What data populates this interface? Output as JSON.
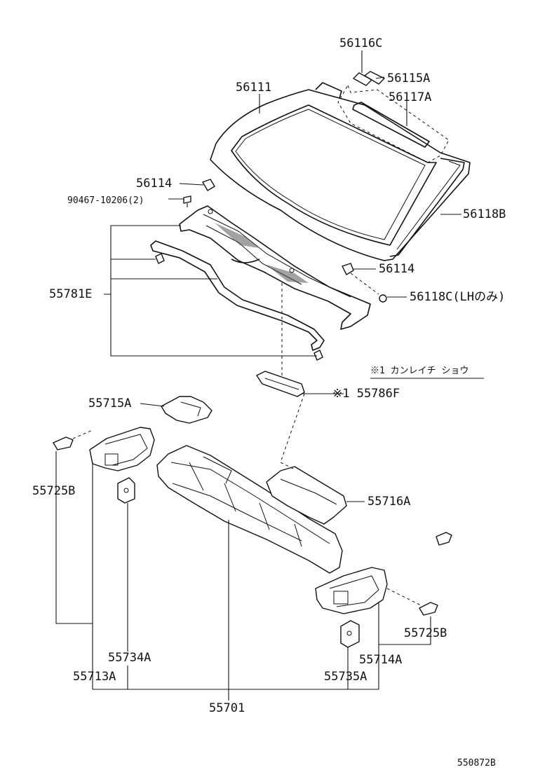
{
  "diagram": {
    "labels": {
      "p56116C": "56116C",
      "p56115A": "56115A",
      "p56111": "56111",
      "p56117A": "56117A",
      "p56114_top": "56114",
      "p90467": "90467-10206(2)",
      "p56118B": "56118B",
      "p56114_right": "56114",
      "p55781E": "55781E",
      "p56118C": "56118C(LHのみ)",
      "note": "※1 カンレイチ ショウ",
      "p55786F": "※1 55786F",
      "p55715A": "55715A",
      "p55725B_left": "55725B",
      "p55716A": "55716A",
      "p55734A": "55734A",
      "p55713A": "55713A",
      "p55725B_right": "55725B",
      "p55714A": "55714A",
      "p55735A": "55735A",
      "p55701": "55701",
      "figure_code": "550872B"
    }
  }
}
